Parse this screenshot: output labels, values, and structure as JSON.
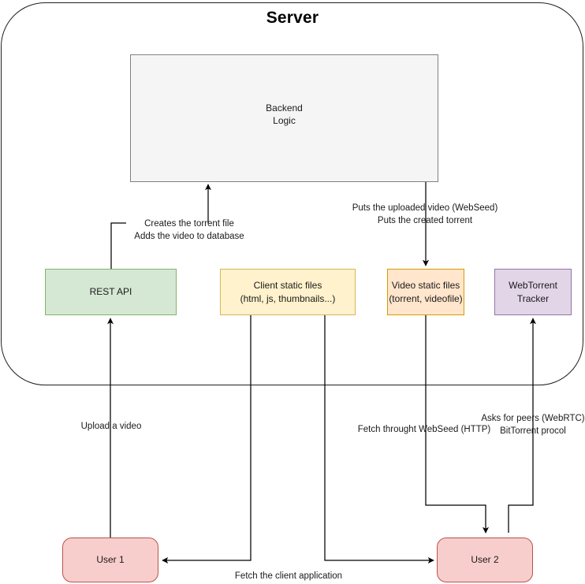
{
  "diagram": {
    "title": "Server",
    "container_label": "Server",
    "nodes": [
      {
        "id": "backend",
        "label": "Backend\nLogic",
        "fill": "#f5f5f5",
        "stroke": "#808080"
      },
      {
        "id": "rest-api",
        "label": "REST API",
        "fill": "#d5e8d4",
        "stroke": "#82b366"
      },
      {
        "id": "client-static",
        "label": "Client static files\n(html, js, thumbnails...)",
        "fill": "#fff2cc",
        "stroke": "#d6b656"
      },
      {
        "id": "video-static",
        "label": "Video static files\n(torrent, videofile)",
        "fill": "#ffe6cc",
        "stroke": "#d79b00"
      },
      {
        "id": "tracker",
        "label": "WebTorrent\nTracker",
        "fill": "#e1d5e7",
        "stroke": "#9673a6"
      },
      {
        "id": "user1",
        "label": "User 1",
        "fill": "#f8cecc",
        "stroke": "#b85450"
      },
      {
        "id": "user2",
        "label": "User 2",
        "fill": "#f8cecc",
        "stroke": "#b85450"
      }
    ],
    "edges": [
      {
        "id": "rest-to-backend",
        "from": "rest-api",
        "to": "backend",
        "label": "Creates the torrent file\nAdds the video to database"
      },
      {
        "id": "backend-to-video",
        "from": "backend",
        "to": "video-static",
        "label": "Puts the uploaded video (WebSeed)\nPuts the created torrent"
      },
      {
        "id": "user1-to-rest",
        "from": "user1",
        "to": "rest-api",
        "label": "Upload a video"
      },
      {
        "id": "video-to-user2",
        "from": "video-static",
        "to": "user2",
        "label": "Fetch throught WebSeed (HTTP)"
      },
      {
        "id": "user2-to-tracker",
        "from": "user2",
        "to": "tracker",
        "label": "Asks for peers (WebRTC)\nBitTorrent procol"
      },
      {
        "id": "client-to-user1",
        "from": "client-static",
        "to": "user1",
        "label": ""
      },
      {
        "id": "client-to-user2",
        "from": "client-static",
        "to": "user2",
        "label": "Fetch the client application"
      }
    ]
  }
}
